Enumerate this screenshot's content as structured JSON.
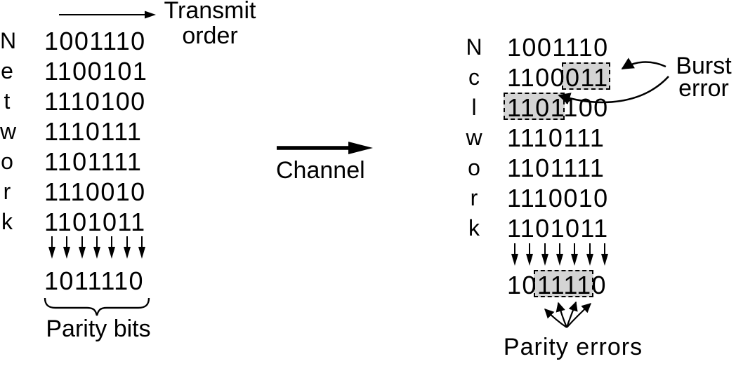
{
  "labels": {
    "transmit_line1": "Transmit",
    "transmit_line2": "order",
    "channel": "Channel",
    "parity_bits": "Parity bits",
    "burst_line1": "Burst",
    "burst_line2": "error",
    "parity_errors": "Parity errors"
  },
  "left": {
    "rows": [
      {
        "letter": "N",
        "bits": "1001110"
      },
      {
        "letter": "e",
        "bits": "1100101"
      },
      {
        "letter": "t",
        "bits": "1110100"
      },
      {
        "letter": "w",
        "bits": "1110111"
      },
      {
        "letter": "o",
        "bits": "1101111"
      },
      {
        "letter": "r",
        "bits": "1110010"
      },
      {
        "letter": "k",
        "bits": "1101011"
      }
    ],
    "parity_row": "1011110"
  },
  "right": {
    "rows": [
      {
        "letter": "N",
        "pre": "1001110",
        "hl": "",
        "post": ""
      },
      {
        "letter": "c",
        "pre": "1100",
        "hl": "011",
        "post": ""
      },
      {
        "letter": "l",
        "pre": "",
        "hl": "1101",
        "post": "100"
      },
      {
        "letter": "w",
        "pre": "1110111",
        "hl": "",
        "post": ""
      },
      {
        "letter": "o",
        "pre": "1101111",
        "hl": "",
        "post": ""
      },
      {
        "letter": "r",
        "pre": "1110010",
        "hl": "",
        "post": ""
      },
      {
        "letter": "k",
        "pre": "1101011",
        "hl": "",
        "post": ""
      }
    ],
    "parity_row": {
      "pre": "10",
      "hl": "1111",
      "post": "0"
    }
  },
  "colors": {
    "ink": "#000000",
    "highlight_fill": "#d4d4d4",
    "background": "#ffffff"
  }
}
